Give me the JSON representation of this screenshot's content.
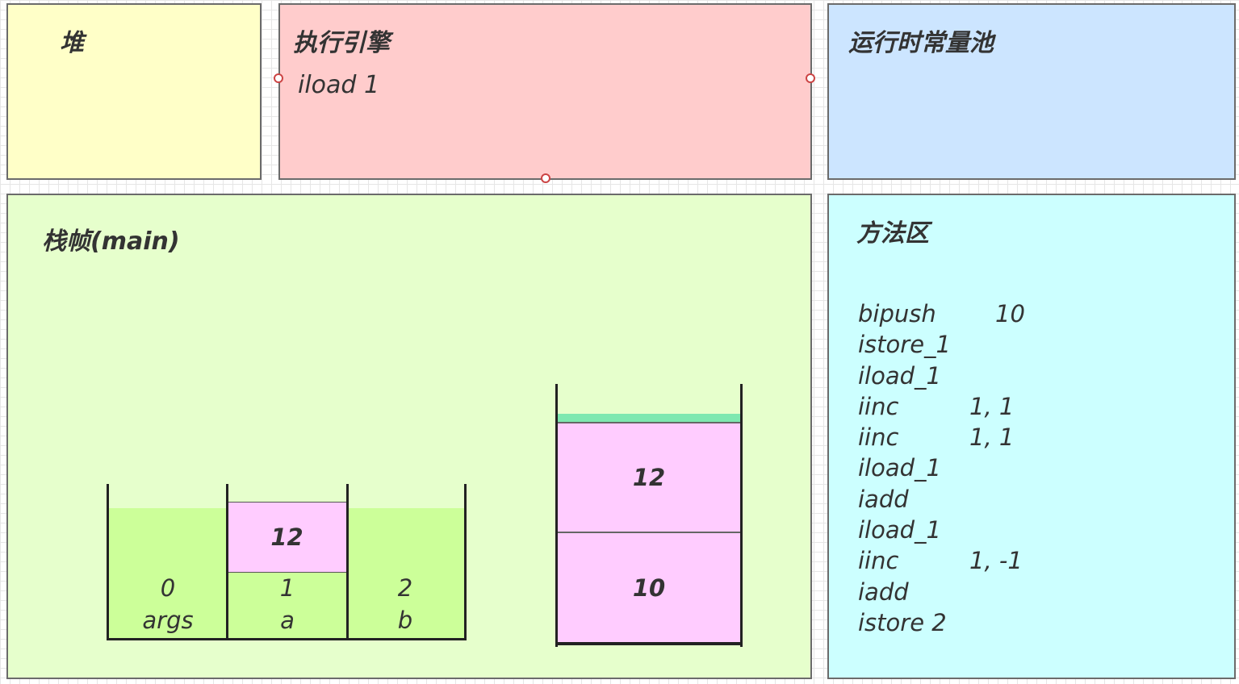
{
  "heap": {
    "title": "堆"
  },
  "engine": {
    "title": "执行引擎",
    "instruction": "iload 1"
  },
  "constant_pool": {
    "title": "运行时常量池"
  },
  "stack_frame": {
    "title": "栈帧(main)",
    "local_variables": [
      {
        "index": "0",
        "name": "args",
        "value": ""
      },
      {
        "index": "1",
        "name": "a",
        "value": "12"
      },
      {
        "index": "2",
        "name": "b",
        "value": ""
      }
    ],
    "operand_stack": [
      "12",
      "10"
    ]
  },
  "method_area": {
    "title": "方法区",
    "bytecode": [
      {
        "op": "bipush",
        "arg": "10"
      },
      {
        "op": "istore_1",
        "arg": ""
      },
      {
        "op": "iload_1",
        "arg": ""
      },
      {
        "op": "iinc",
        "arg": "1, 1"
      },
      {
        "op": "iinc",
        "arg": "1, 1"
      },
      {
        "op": "iload_1",
        "arg": ""
      },
      {
        "op": "iadd",
        "arg": ""
      },
      {
        "op": "iload_1",
        "arg": ""
      },
      {
        "op": "iinc",
        "arg": "1, -1"
      },
      {
        "op": "iadd",
        "arg": ""
      },
      {
        "op": "istore 2",
        "arg": ""
      }
    ]
  },
  "colors": {
    "heap": "#ffffc8",
    "engine": "#ffcccc",
    "constant_pool": "#cce5ff",
    "stack_frame": "#e6ffcc",
    "method_area": "#ccffff",
    "slot_filled": "#ffccff",
    "slot_empty": "#ccff99",
    "stack_top": "#7ee8b0"
  }
}
